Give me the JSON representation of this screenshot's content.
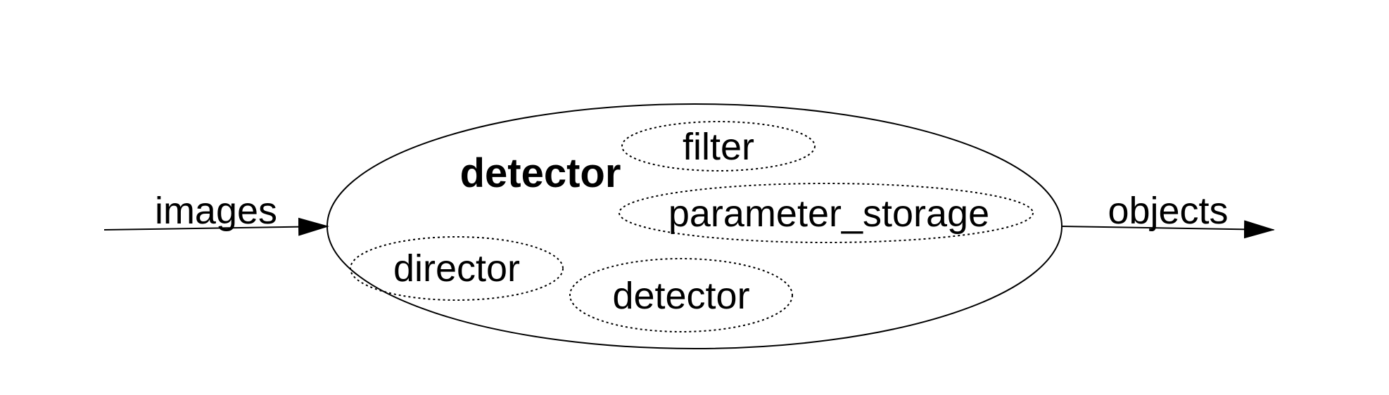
{
  "diagram": {
    "container": {
      "label": "detector"
    },
    "components": [
      {
        "label": "filter"
      },
      {
        "label": "parameter_storage"
      },
      {
        "label": "director"
      },
      {
        "label": "detector"
      }
    ],
    "input": {
      "label": "images"
    },
    "output": {
      "label": "objects"
    }
  }
}
